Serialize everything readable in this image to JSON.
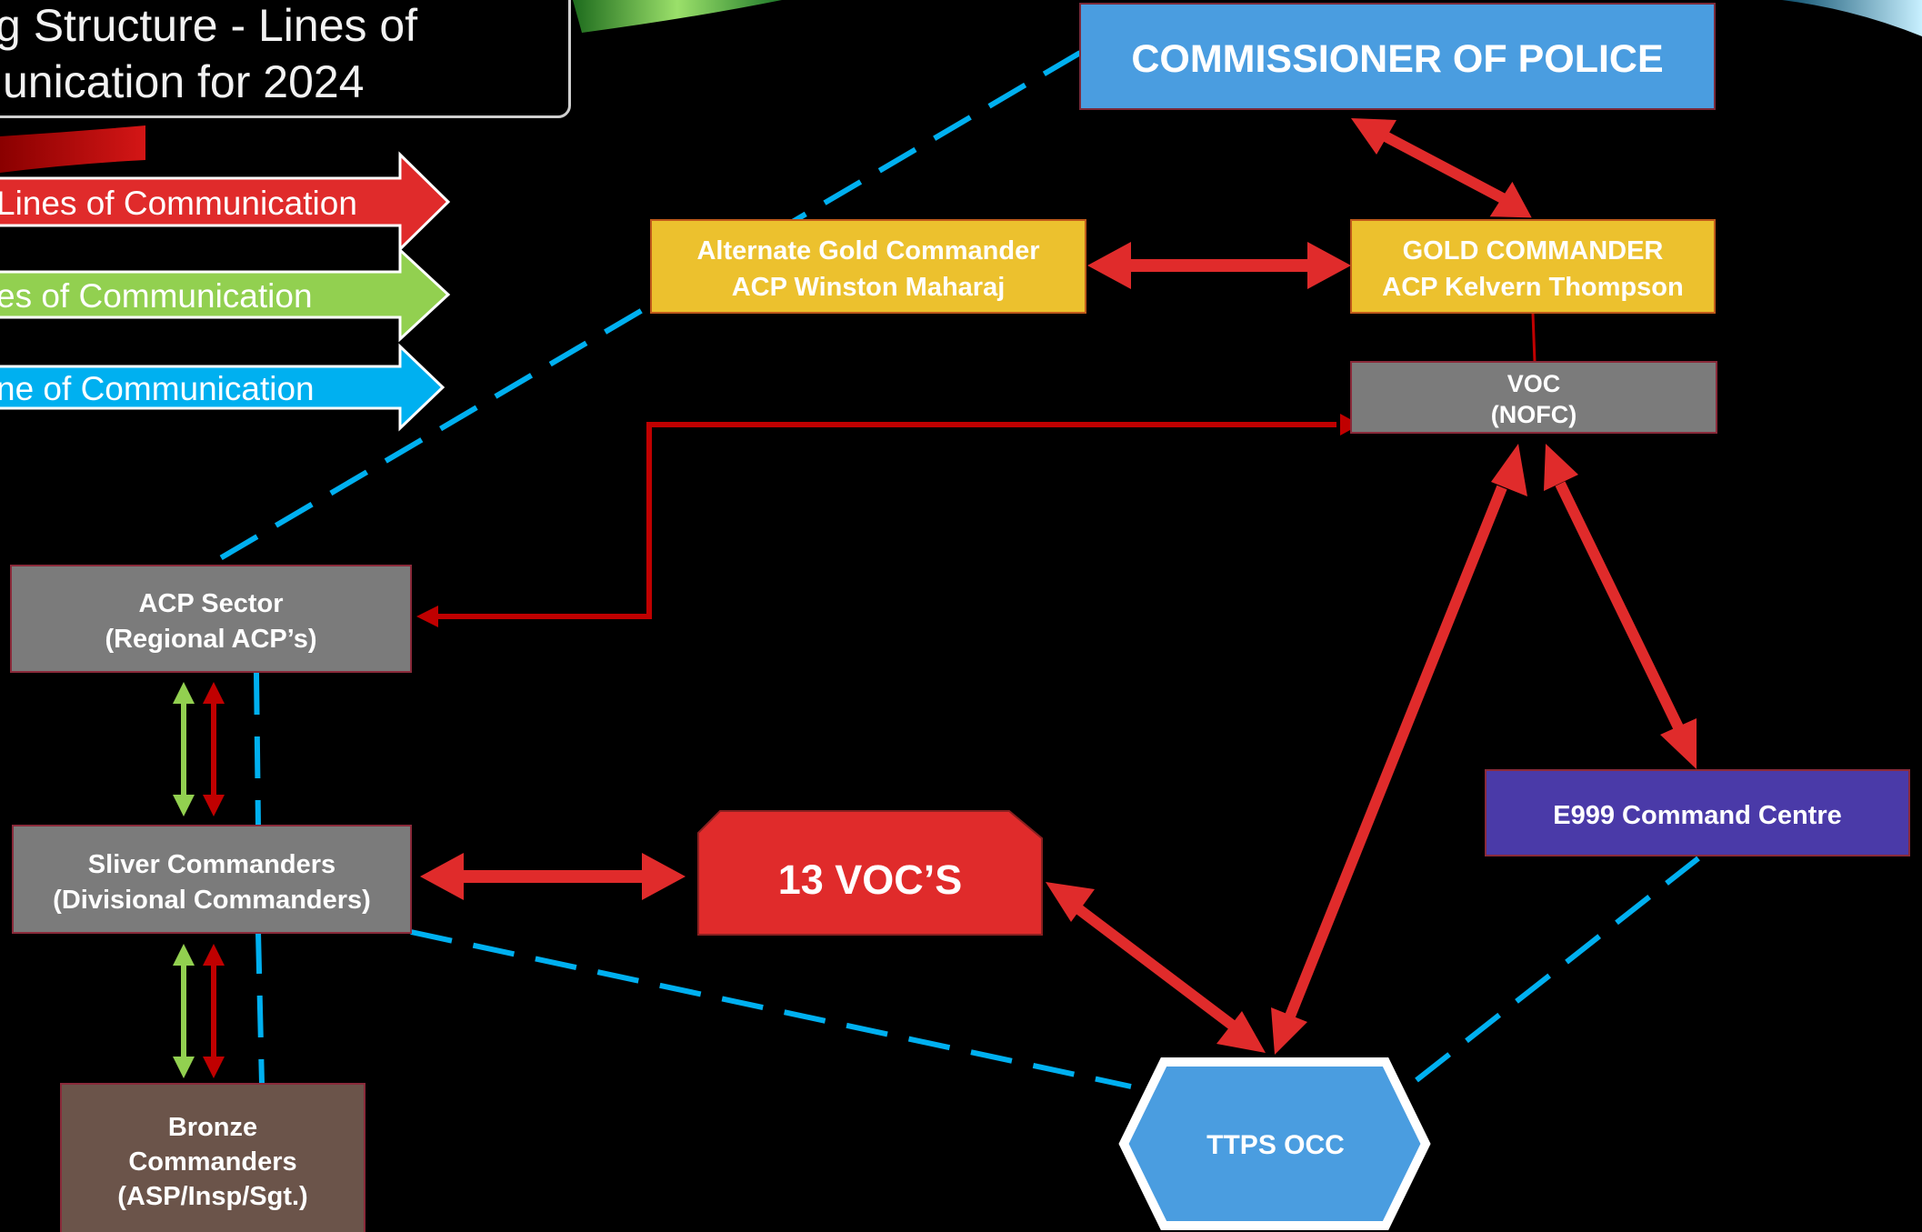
{
  "title": {
    "line1": "g Structure - Lines of",
    "line2": "unication for 2024"
  },
  "legend": [
    {
      "label": "Lines of Communication",
      "color": "#e02b2b"
    },
    {
      "label": "es of Communication",
      "color": "#92d050"
    },
    {
      "label": "ne of Communication",
      "color": "#00b0f0"
    }
  ],
  "nodes": {
    "commissioner": "COMMISSIONER OF POLICE",
    "alt_gold": {
      "line1": "Alternate Gold Commander",
      "line2": "ACP Winston Maharaj"
    },
    "gold": {
      "line1": "GOLD COMMANDER",
      "line2": "ACP Kelvern Thompson"
    },
    "voc": {
      "line1": "VOC",
      "line2": "(NOFC)"
    },
    "acp_sector": {
      "line1": "ACP Sector",
      "line2": "(Regional ACP’s)"
    },
    "silver": {
      "line1": "Sliver Commanders",
      "line2": "(Divisional Commanders)"
    },
    "vocs13": "13 VOC’S",
    "e999": "E999 Command Centre",
    "bronze": {
      "line1": "Bronze",
      "line2": "Commanders",
      "line3": "(ASP/Insp/Sgt.)"
    },
    "ttps_occ": "TTPS OCC"
  },
  "colors": {
    "background": "#000000",
    "blue_box": "#4a9de0",
    "gold_box": "#ecc12e",
    "grey_box": "#7b7b7b",
    "bronze_box": "#6b544a",
    "red_box": "#e02b2b",
    "purple_box": "#4a3aa8",
    "red_line": "#e02b2b",
    "dark_red_line": "#c00000",
    "green_line": "#92d050",
    "blue_dash": "#00b0f0"
  }
}
